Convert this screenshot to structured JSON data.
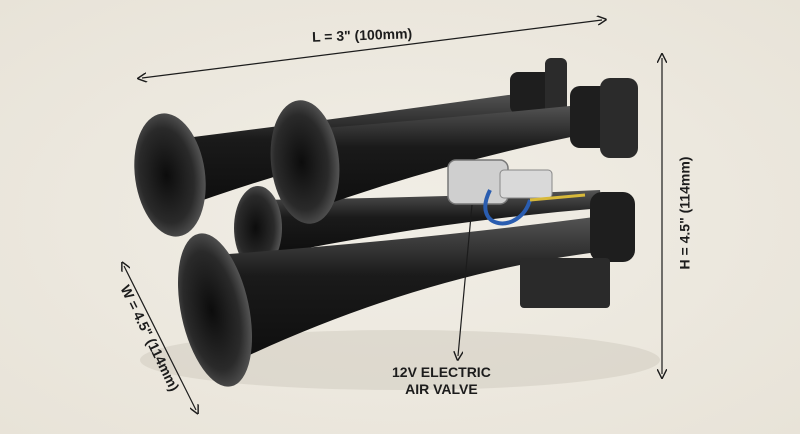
{
  "diagram": {
    "subject": "Four-trumpet air horn kit with 12V electric air valve",
    "dimensions": {
      "length": "L = 3\" (100mm)",
      "height": "H = 4.5\" (114mm)",
      "width": "W = 4.5\" (114mm)"
    },
    "callouts": {
      "valve_line1": "12V ELECTRIC",
      "valve_line2": "AIR VALVE"
    },
    "colors": {
      "background": "#ece8df",
      "horn": "#1a1a1a",
      "ink": "#1c1c1c",
      "wire_blue": "#2a5db0",
      "wire_yellow": "#d8b93a"
    }
  }
}
